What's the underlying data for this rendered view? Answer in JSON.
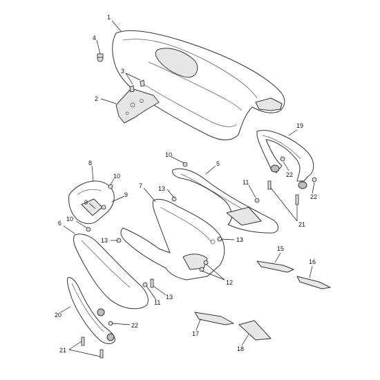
{
  "callouts": [
    {
      "id": "c1",
      "label": "1"
    },
    {
      "id": "c2",
      "label": "2"
    },
    {
      "id": "c3",
      "label": "3"
    },
    {
      "id": "c4",
      "label": "4"
    },
    {
      "id": "c5",
      "label": "5"
    },
    {
      "id": "c6",
      "label": "6"
    },
    {
      "id": "c7",
      "label": "7"
    },
    {
      "id": "c8",
      "label": "8"
    },
    {
      "id": "c9a",
      "label": "9"
    },
    {
      "id": "c9b",
      "label": "9"
    },
    {
      "id": "c10a",
      "label": "10"
    },
    {
      "id": "c10b",
      "label": "10"
    },
    {
      "id": "c10c",
      "label": "10"
    },
    {
      "id": "c11a",
      "label": "11"
    },
    {
      "id": "c11b",
      "label": "11"
    },
    {
      "id": "c12",
      "label": "12"
    },
    {
      "id": "c13a",
      "label": "13"
    },
    {
      "id": "c13b",
      "label": "13"
    },
    {
      "id": "c13c",
      "label": "13"
    },
    {
      "id": "c13d",
      "label": "13"
    },
    {
      "id": "c15",
      "label": "15"
    },
    {
      "id": "c16",
      "label": "16"
    },
    {
      "id": "c17",
      "label": "17"
    },
    {
      "id": "c18",
      "label": "18"
    },
    {
      "id": "c19",
      "label": "19"
    },
    {
      "id": "c20",
      "label": "20"
    },
    {
      "id": "c21a",
      "label": "21"
    },
    {
      "id": "c21b",
      "label": "21"
    },
    {
      "id": "c22a",
      "label": "22"
    },
    {
      "id": "c22b",
      "label": "22"
    },
    {
      "id": "c22c",
      "label": "22"
    }
  ],
  "colors": {
    "line": "#333333",
    "background": "#ffffff",
    "shade": "#e6e6e6"
  }
}
